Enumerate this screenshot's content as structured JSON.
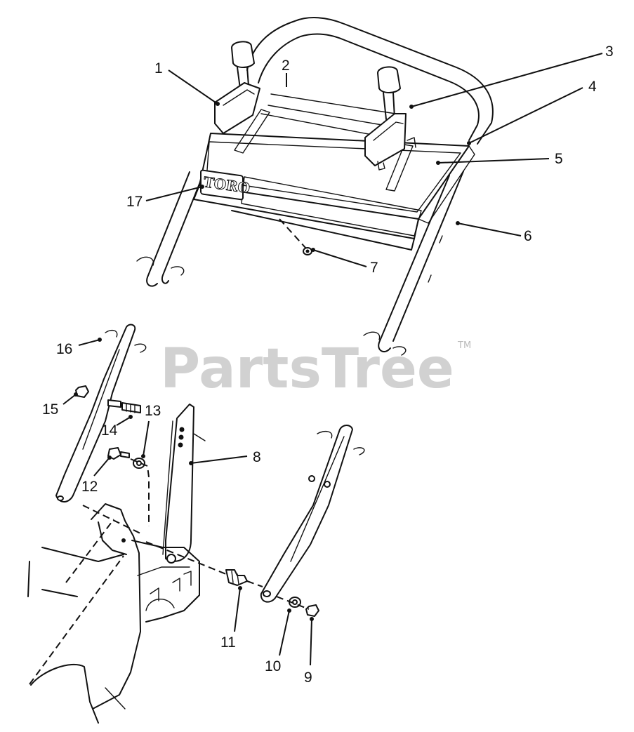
{
  "diagram": {
    "callouts": [
      {
        "id": "c1",
        "label": "1"
      },
      {
        "id": "c2",
        "label": "2"
      },
      {
        "id": "c3",
        "label": "3"
      },
      {
        "id": "c4",
        "label": "4"
      },
      {
        "id": "c5",
        "label": "5"
      },
      {
        "id": "c6",
        "label": "6"
      },
      {
        "id": "c7",
        "label": "7"
      },
      {
        "id": "c8",
        "label": "8"
      },
      {
        "id": "c9",
        "label": "9"
      },
      {
        "id": "c10",
        "label": "10"
      },
      {
        "id": "c11",
        "label": "11"
      },
      {
        "id": "c12",
        "label": "12"
      },
      {
        "id": "c13",
        "label": "13"
      },
      {
        "id": "c14",
        "label": "14"
      },
      {
        "id": "c15",
        "label": "15"
      },
      {
        "id": "c16",
        "label": "16"
      },
      {
        "id": "c17",
        "label": "17"
      }
    ],
    "logo_text": "TORO",
    "watermark": "PartsTree",
    "watermark_tm": "TM"
  }
}
